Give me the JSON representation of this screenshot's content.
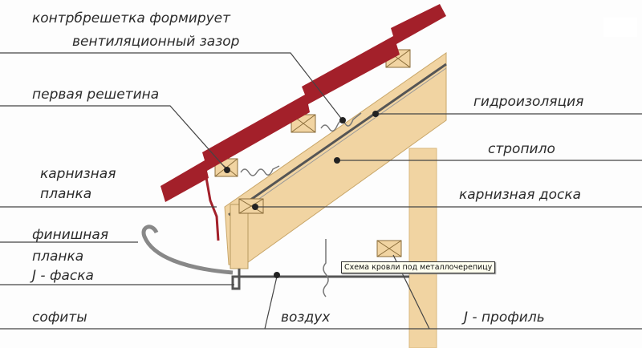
{
  "labels": {
    "counter_batten_1": "контрбрешетка формирует",
    "counter_batten_2": "вентиляционный зазор",
    "first_batten": "первая решетина",
    "waterproofing": "гидроизоляция",
    "rafter": "стропило",
    "eaves_strip_1": "карнизная",
    "eaves_strip_2": "планка",
    "eaves_board": "карнизная доска",
    "finish_strip_1": "финишная",
    "finish_strip_2": "планка",
    "j_chamfer": "J - фаска",
    "soffits": "софиты",
    "air": "воздух",
    "j_profile": "J - профиль"
  },
  "tooltip": "Схема кровли под металлочерепицу",
  "colors": {
    "tile": "#a3202a",
    "wood": "#f1d4a2",
    "line": "#444444"
  }
}
